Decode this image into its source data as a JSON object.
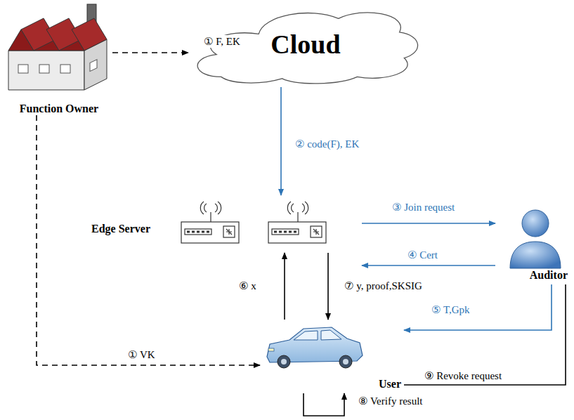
{
  "diagram": {
    "nodes": [
      {
        "text": [
          "Function Owner"
        ]
      },
      {
        "text": [
          "Cloud"
        ]
      },
      {
        "text": [
          "Edge Server"
        ]
      },
      {
        "text": [
          "Auditor"
        ]
      },
      {
        "text": [
          "User"
        ]
      }
    ],
    "edges": [
      {
        "from": 0,
        "to": 1,
        "label": "① F, EK",
        "arrow": "to"
      },
      {
        "from": 1,
        "to": 2,
        "label": "② code(F), EK",
        "arrow": "to"
      },
      {
        "from": 2,
        "to": 3,
        "label": "③ Join request",
        "arrow": "to"
      },
      {
        "from": 3,
        "to": 2,
        "label": "④ Cert",
        "arrow": "to"
      },
      {
        "from": 3,
        "to": 4,
        "label": "⑤ T,Gpk",
        "arrow": "to"
      },
      {
        "from": 4,
        "to": 2,
        "label": "⑥ x",
        "arrow": "to"
      },
      {
        "from": 2,
        "to": 4,
        "label": "⑦ y, proof,SKSIG",
        "arrow": "to"
      },
      {
        "from": 0,
        "to": 4,
        "label": "① VK",
        "arrow": "to"
      },
      {
        "from": 4,
        "to": 3,
        "label": "⑨ Revoke request",
        "arrow": "none"
      },
      {
        "from": 4,
        "to": 4,
        "label": "⑧ Verify result",
        "arrow": "to"
      }
    ]
  }
}
